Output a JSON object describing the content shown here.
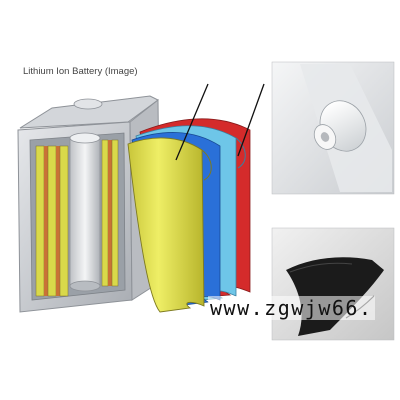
{
  "diagram": {
    "caption": "Lithium Ion Battery (Image)",
    "watermark": "www.zgwjw66.",
    "layer_colors": {
      "separator": "#d9d94a",
      "cathode": "#d42b2b",
      "anode": "#2a70d8",
      "electrolyte": "#6ec6e8",
      "casing": "#c8cbd0",
      "strip_copper": "#c97236"
    }
  },
  "photos": {
    "film_roll": "white separator film roll photo",
    "black_sheet": "black film sheet photo"
  }
}
